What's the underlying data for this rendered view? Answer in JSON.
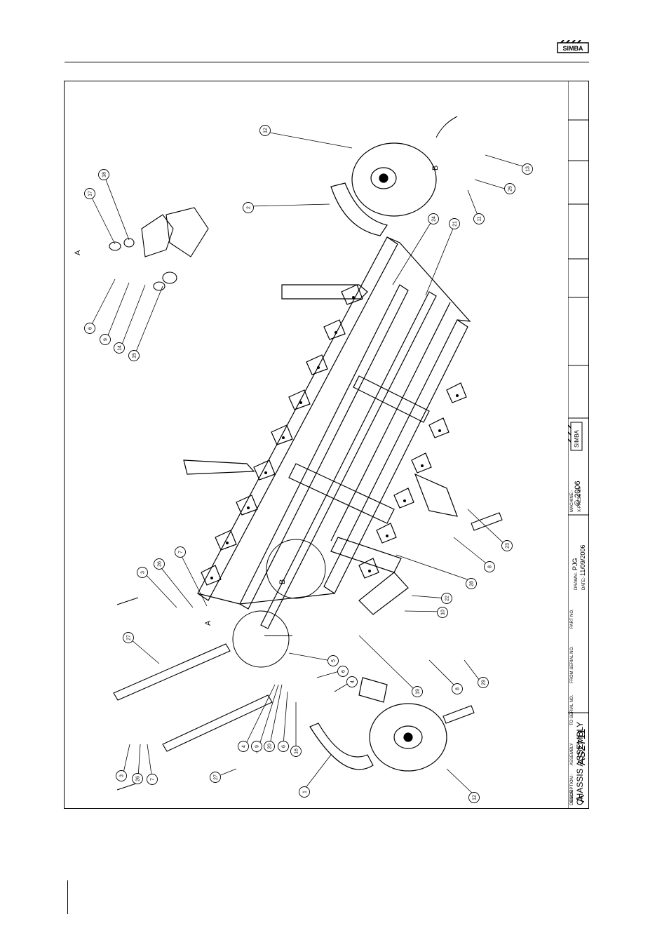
{
  "header": {
    "logo_text": "SIMBA"
  },
  "title_block": {
    "description_label": "DESCRIPTION:-",
    "description": "CHASSIS ASSEMBLY",
    "machine_label": "MACHINE:-",
    "machine": "X-PRESS 3m",
    "brand": "SIMBA",
    "copyright": "© 2006",
    "drawn_label": "DRAWN:-",
    "drawn_by": "PJG",
    "date_label": "DATE:-",
    "date": "11/09/2006",
    "part_no_label": "PART NO.",
    "from_serial_label": "FROM SERIAL NO.",
    "to_serial_label": "TO SERIAL NO.",
    "assembly_label": "ASSEMBLY",
    "assembly": "AS2711",
    "issue_label": "ISSUE",
    "issue": "A"
  },
  "drawing": {
    "view_labels": {
      "a_top": "A",
      "b_top": "B",
      "a_left": "A",
      "b_center": "B"
    },
    "callouts": {
      "c12_top": "12",
      "c2": "2",
      "c13": "13",
      "c25": "25",
      "c11": "11",
      "c21": "21",
      "c24": "24",
      "c17": "17",
      "c18": "18",
      "c6_a": "6",
      "c9_a": "9",
      "c14": "14",
      "c15": "15",
      "c3_top": "3",
      "c26_top": "26",
      "c7_top": "7",
      "c27_upper": "27",
      "c23": "23",
      "c8_right": "8",
      "c28": "28",
      "c22": "22",
      "c10": "10",
      "c5": "5",
      "c6_mid": "6",
      "c4_mid": "4",
      "c19": "19",
      "c8_low": "8",
      "c29": "29",
      "c4_left": "4",
      "c9_left": "9",
      "c20": "20",
      "c6_left": "6",
      "c16": "16",
      "c3_bottom": "3",
      "c26_bottom": "26",
      "c7_bottom": "7",
      "c27_lower": "27",
      "c1": "1",
      "c12_bottom": "12"
    }
  }
}
